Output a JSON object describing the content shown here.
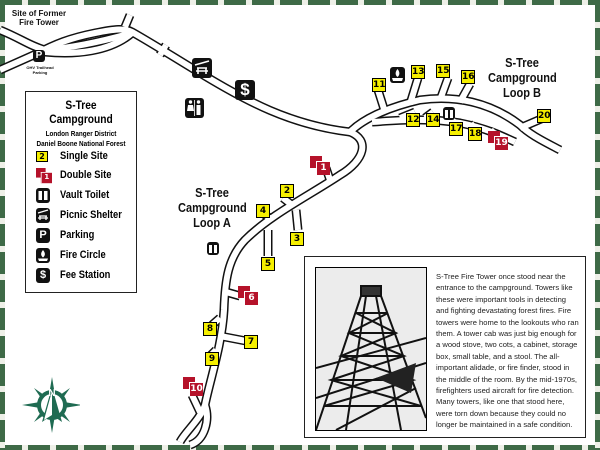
{
  "map_title": "S-Tree Campground",
  "labels": {
    "fire_tower_site": "Site of Former Fire Tower",
    "ohv_parking": "OHV Trailhead Parking",
    "loop_a": [
      "S-Tree",
      "Campground",
      "Loop A"
    ],
    "loop_b": [
      "S-Tree",
      "Campground",
      "Loop B"
    ]
  },
  "legend": {
    "title": "S-Tree Campground",
    "subtitle1": "London Ranger District",
    "subtitle2": "Daniel Boone National Forest",
    "items": [
      {
        "icon": "single-site",
        "sample": "2",
        "label": "Single Site"
      },
      {
        "icon": "double-site",
        "sample": "1",
        "label": "Double Site"
      },
      {
        "icon": "vault-toilet-icon",
        "label": "Vault Toilet"
      },
      {
        "icon": "picnic-shelter-icon",
        "label": "Picnic Shelter"
      },
      {
        "icon": "parking-icon",
        "glyph": "P",
        "label": "Parking"
      },
      {
        "icon": "fire-circle-icon",
        "label": "Fire Circle"
      },
      {
        "icon": "fee-station-icon",
        "glyph": "$",
        "label": "Fee Station"
      }
    ]
  },
  "sites": {
    "loop_a": [
      "1",
      "2",
      "3",
      "4",
      "5",
      "6",
      "7",
      "8",
      "9",
      "10"
    ],
    "loop_b": [
      "11",
      "12",
      "13",
      "14",
      "15",
      "16",
      "17",
      "18",
      "19",
      "20"
    ],
    "double_sites": [
      "1",
      "6",
      "10",
      "19"
    ]
  },
  "info": {
    "text": "S-Tree Fire Tower once stood near the entrance to the campground. Towers like these were important tools in detecting and fighting devastating forest fires. Fire towers were home to the lookouts who ran them. A tower cab was just big enough for a wood stove, two cots, a cabinet, storage box, small table, and a stool. The all-important alidade, or fire finder, stood in the middle of the room. By the mid-1970s, firefighters used aircraft for fire detection. Many towers, like one that stood here, were torn down because they could no longer be maintained in a safe condition."
  },
  "compass": {
    "north": "N"
  },
  "colors": {
    "border": "#3e6a47",
    "single_site": "#f5ef00",
    "double_site": "#b5122a",
    "compass": "#1f6b52"
  }
}
